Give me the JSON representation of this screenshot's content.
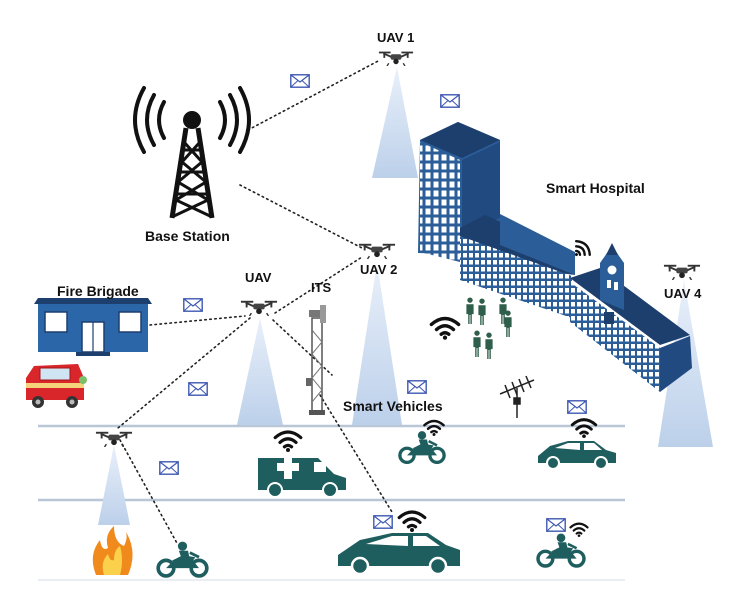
{
  "labels": {
    "uav1": "UAV 1",
    "uav2": "UAV 2",
    "uav": "UAV",
    "uav4": "UAV 4",
    "base_station": "Base Station",
    "smart_hospital": "Smart  Hospital",
    "fire_brigade": "Fire Brigade",
    "its": "ITS",
    "smart_vehicles": "Smart Vehicles"
  },
  "icons": [
    "cell-tower-icon",
    "drone-icon",
    "envelope-icon",
    "wifi-icon",
    "hospital-building-icon",
    "fire-station-icon",
    "fire-truck-icon",
    "ambulance-icon",
    "car-icon",
    "motorcycle-icon",
    "fire-icon",
    "people-icon",
    "antenna-icon",
    "its-tower-icon"
  ],
  "colors": {
    "building_blue": "#2b5d98",
    "building_dark": "#1d3f6e",
    "vehicle_teal": "#1f5e5e",
    "beam": "#c9d9ef",
    "road": "#b8c6d6",
    "envelope": "#3f59b3"
  }
}
